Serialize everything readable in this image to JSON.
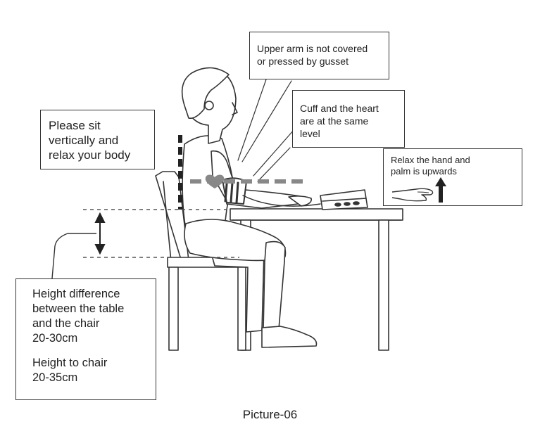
{
  "labels": {
    "sit": "Please sit\nvertically and\nrelax your body",
    "upper_arm": "Upper arm is not covered\nor pressed by gusset",
    "cuff_heart": "Cuff and the heart\nare at the same\nlevel",
    "hand": "Relax the hand and\npalm is upwards",
    "height_difference": "Height difference\nbetween the table\nand the chair\n20-30cm",
    "height_chair": "Height to chair\n20-35cm"
  },
  "caption": "Picture-06",
  "colors": {
    "line": "#333333",
    "guide": "#555555",
    "heart": "#888888",
    "arrow": "#222222"
  },
  "icons": [
    "heart-icon",
    "up-arrow-icon",
    "double-arrow-icon",
    "palm-up-hand-icon"
  ]
}
